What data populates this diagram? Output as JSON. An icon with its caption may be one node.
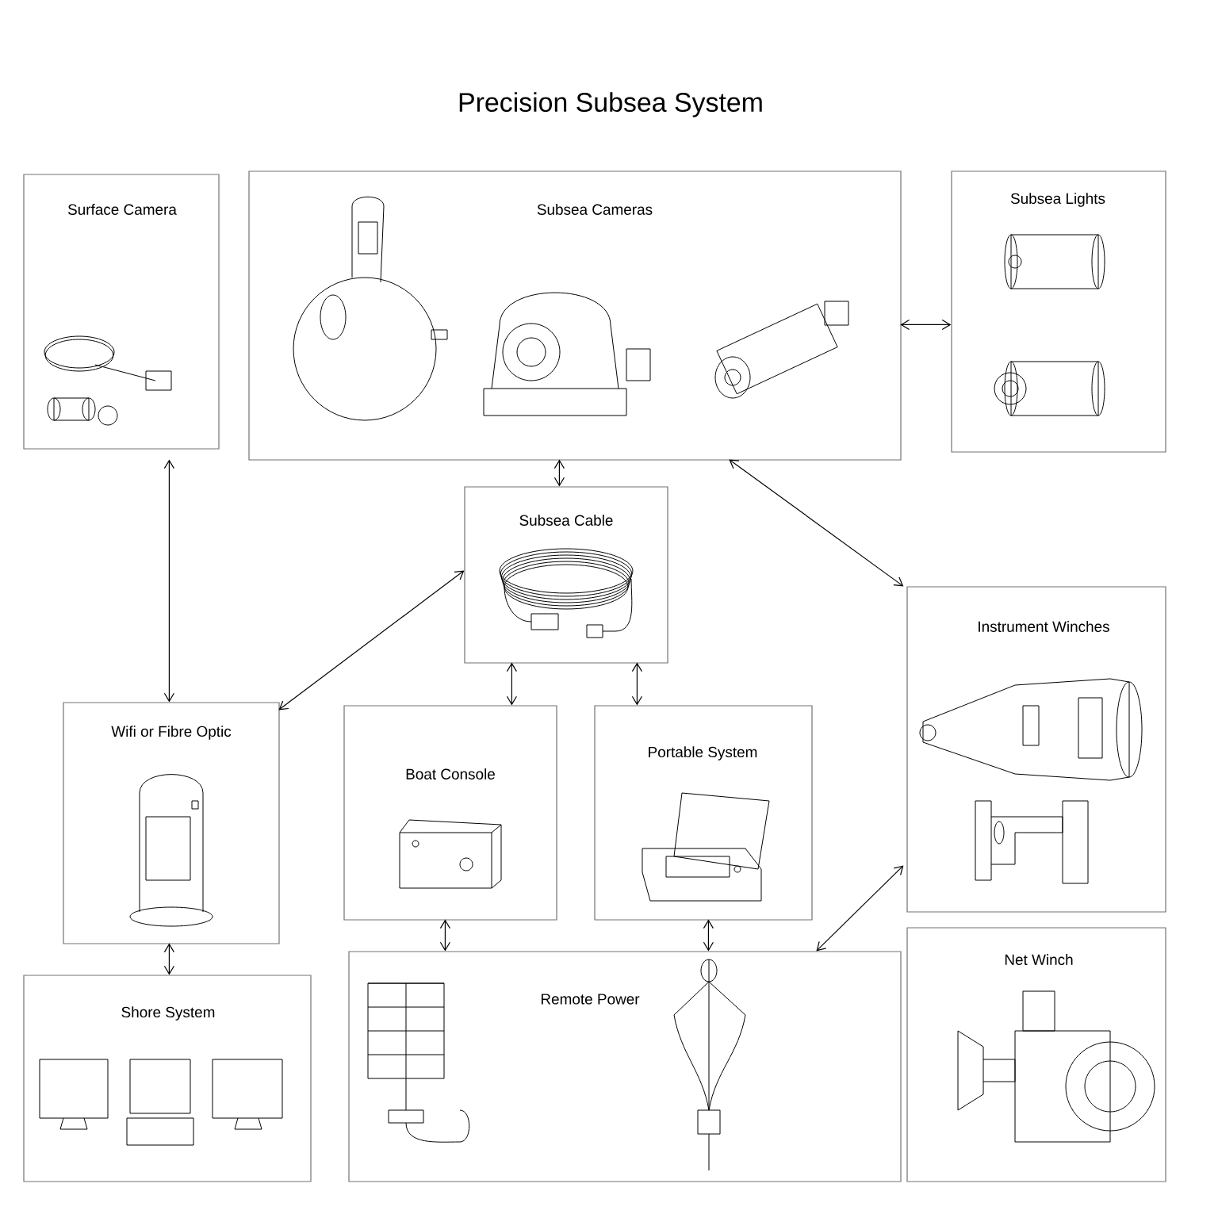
{
  "diagram": {
    "title": "Precision Subsea System",
    "nodes": [
      {
        "text": [
          "Surface Camera"
        ]
      },
      {
        "text": [
          "Subsea Cameras"
        ]
      },
      {
        "text": [
          "Subsea Lights"
        ]
      },
      {
        "text": [
          "Subsea Cable"
        ]
      },
      {
        "text": [
          "Instrument Winches"
        ]
      },
      {
        "text": [
          "Wifi or Fibre Optic"
        ]
      },
      {
        "text": [
          "Boat Console"
        ]
      },
      {
        "text": [
          "Portable System"
        ]
      },
      {
        "text": [
          "Shore System"
        ]
      },
      {
        "text": [
          "Remote Power"
        ]
      },
      {
        "text": [
          "Net Winch"
        ]
      }
    ],
    "edges": [
      {
        "from": 0,
        "to": 5,
        "arrow": "both"
      },
      {
        "from": 1,
        "to": 2,
        "arrow": "both"
      },
      {
        "from": 1,
        "to": 3,
        "arrow": "both"
      },
      {
        "from": 1,
        "to": 4,
        "arrow": "both"
      },
      {
        "from": 3,
        "to": 5,
        "arrow": "both"
      },
      {
        "from": 3,
        "to": 6,
        "arrow": "both"
      },
      {
        "from": 3,
        "to": 7,
        "arrow": "both"
      },
      {
        "from": 5,
        "to": 8,
        "arrow": "both"
      },
      {
        "from": 6,
        "to": 9,
        "arrow": "both"
      },
      {
        "from": 7,
        "to": 9,
        "arrow": "both"
      },
      {
        "from": 4,
        "to": 9,
        "arrow": "both"
      }
    ]
  }
}
